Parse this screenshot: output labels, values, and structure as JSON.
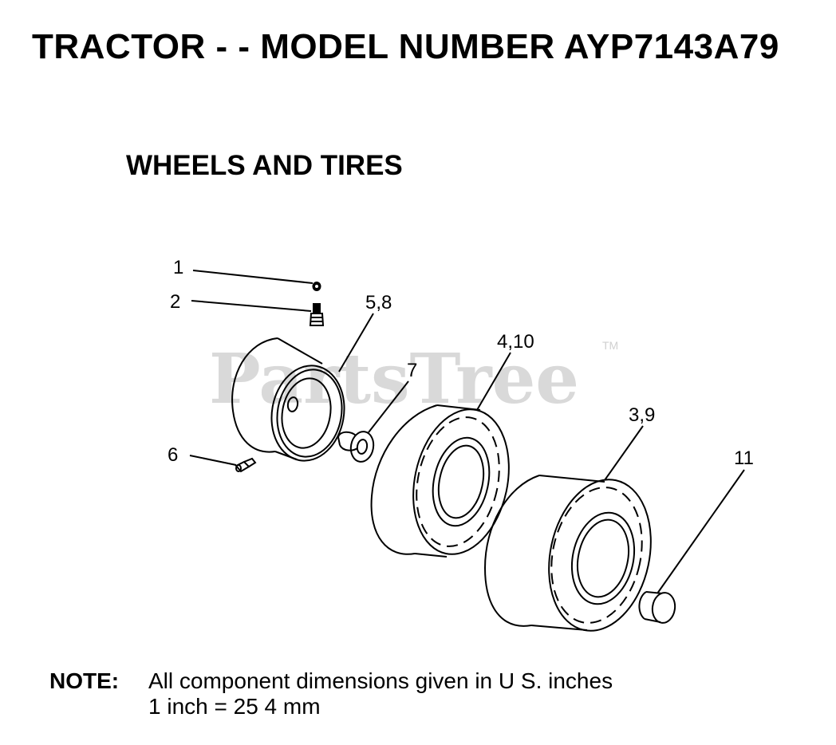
{
  "header": {
    "title": "TRACTOR - - MODEL NUMBER AYP7143A79",
    "subtitle": "WHEELS AND TIRES"
  },
  "watermark": {
    "text": "PartsTree",
    "trademark": "TM"
  },
  "callouts": {
    "c1": "1",
    "c2": "2",
    "c58": "5,8",
    "c410": "4,10",
    "c7": "7",
    "c39": "3,9",
    "c6": "6",
    "c11": "11"
  },
  "note": {
    "label": "NOTE:",
    "line1": "All component dimensions given in U S. inches",
    "line2": "1 inch = 25 4 mm"
  }
}
